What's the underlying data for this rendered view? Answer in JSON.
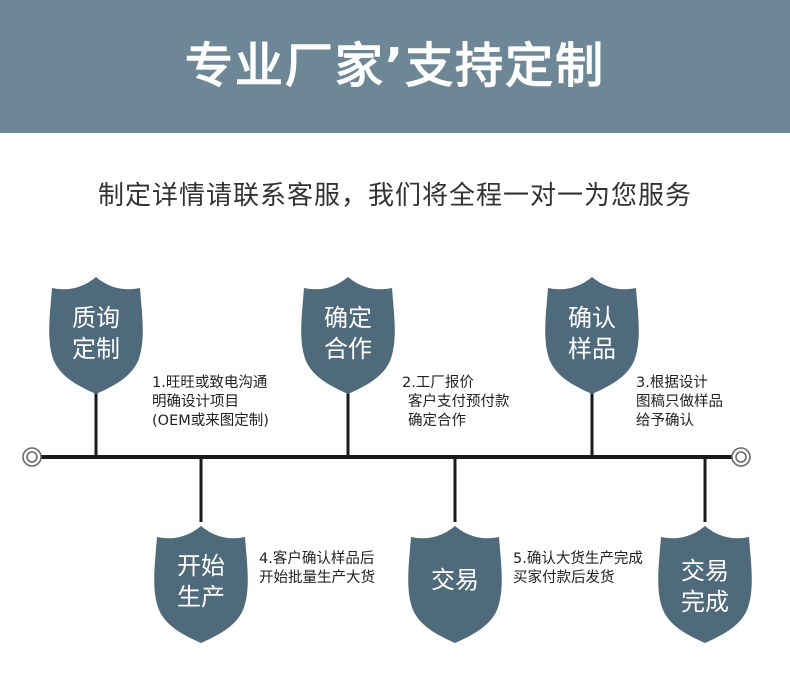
{
  "header": {
    "title": "专业厂家’支持定制",
    "subtitle": "制定详情请联系客服，我们将全程一对一为您服务"
  },
  "colors": {
    "banner": "#6e8797",
    "shield": "#4f6a7b",
    "line": "#1a1a1a"
  },
  "steps": [
    {
      "badge_lines": [
        "质询",
        "定制"
      ],
      "desc_lines": [
        "1.旺旺或致电沟通",
        "明确设计项目",
        "(OEM或来图定制)"
      ]
    },
    {
      "badge_lines": [
        "确定",
        "合作"
      ],
      "desc_lines": [
        "2.工厂报价",
        "客户支付预付款",
        "确定合作"
      ]
    },
    {
      "badge_lines": [
        "确认",
        "样品"
      ],
      "desc_lines": [
        "3.根据设计",
        "图稿只做样品",
        "给予确认"
      ]
    },
    {
      "badge_lines": [
        "开始",
        "生产"
      ],
      "desc_lines": [
        "4.客户确认样品后",
        "开始批量生产大货"
      ]
    },
    {
      "badge_lines": [
        "交易"
      ],
      "desc_lines": [
        "5.确认大货生产完成",
        "买家付款后发货"
      ]
    },
    {
      "badge_lines": [
        "交易",
        "完成"
      ],
      "desc_lines": []
    }
  ]
}
